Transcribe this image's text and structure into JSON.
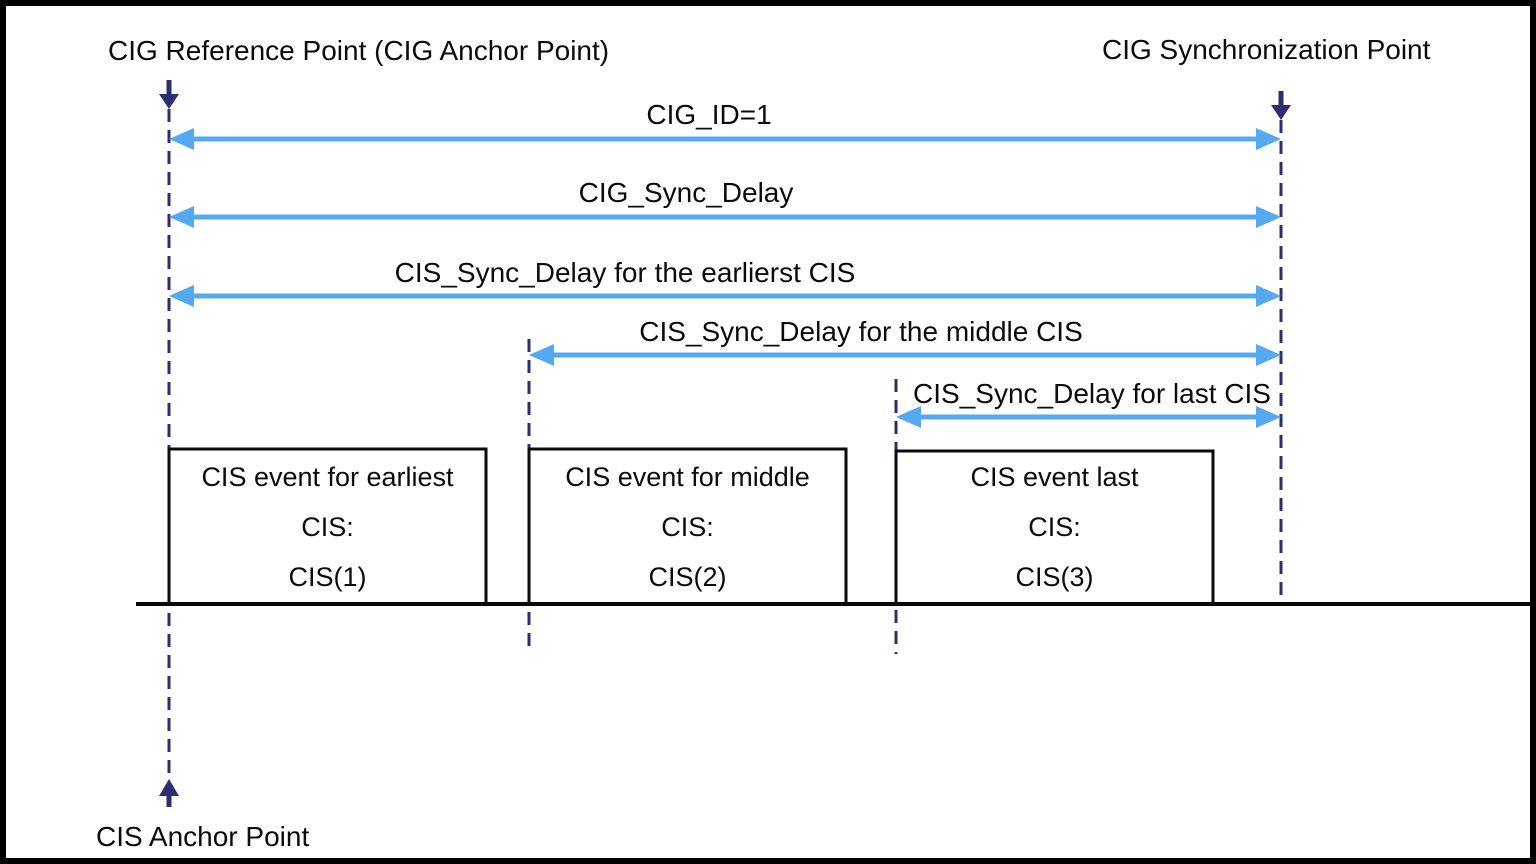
{
  "diagram": {
    "title_left": "CIG Reference Point (CIG Anchor Point)",
    "title_right": "CIG Synchronization Point",
    "bottom_label": "CIS Anchor Point",
    "spans": [
      {
        "label": "CIG_ID=1"
      },
      {
        "label": "CIG_Sync_Delay"
      },
      {
        "label": "CIS_Sync_Delay for the earlierst CIS"
      },
      {
        "label": "CIS_Sync_Delay for the middle CIS"
      },
      {
        "label": "CIS_Sync_Delay for last CIS"
      }
    ],
    "boxes": [
      {
        "line1": "CIS event for earliest",
        "line2": "CIS:",
        "line3": "CIS(1)"
      },
      {
        "line1": "CIS event for middle",
        "line2": "CIS:",
        "line3": "CIS(2)"
      },
      {
        "line1": "CIS event last",
        "line2": "CIS:",
        "line3": "CIS(3)"
      }
    ],
    "colors": {
      "arrow_blue": "#55A9F1",
      "navy": "#2E2C72",
      "line_black": "#0A0A0A"
    }
  }
}
